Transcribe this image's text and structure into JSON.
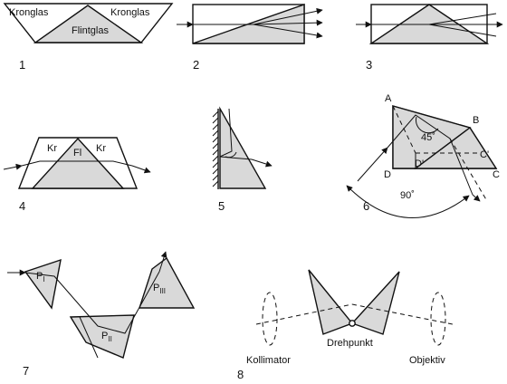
{
  "figures": [
    {
      "number": "1",
      "labels": {
        "left_crown": "Kronglas",
        "right_crown": "Kronglas",
        "flint": "Flintglas"
      }
    },
    {
      "number": "2"
    },
    {
      "number": "3"
    },
    {
      "number": "4",
      "labels": {
        "left": "Kr",
        "middle": "Fl",
        "right": "Kr"
      }
    },
    {
      "number": "5"
    },
    {
      "number": "6",
      "labels": {
        "A": "A",
        "B": "B",
        "C": "C",
        "C_prime": "C'",
        "D": "D",
        "D_prime": "D'",
        "angle_45": "45˚",
        "angle_90": "90˚"
      }
    },
    {
      "number": "7",
      "labels": {
        "p1": "P",
        "p1_sub": "I",
        "p2": "P",
        "p2_sub": "II",
        "p3": "P",
        "p3_sub": "III"
      }
    },
    {
      "number": "8",
      "labels": {
        "collimator": "Kollimator",
        "pivot": "Drehpunkt",
        "objective": "Objektiv"
      }
    }
  ]
}
